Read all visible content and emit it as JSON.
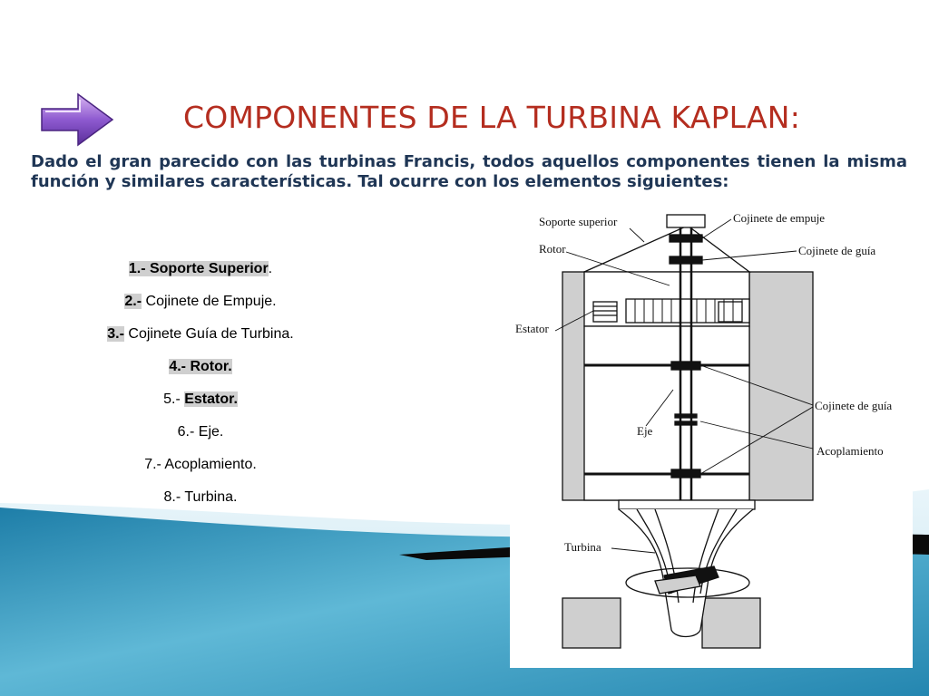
{
  "slide": {
    "title": "COMPONENTES DE LA TURBINA KAPLAN:",
    "intro": "Dado el gran parecido con las turbinas Francis, todos aquellos componentes tienen la misma función y similares características. Tal ocurre con los elementos siguientes:"
  },
  "components": [
    {
      "number": "1.-",
      "name": "Soporte Superior",
      "suffix": "."
    },
    {
      "number": "2.-",
      "name": "Cojinete de Empuje.",
      "suffix": ""
    },
    {
      "number": "3.-",
      "name": "Cojinete Guía de Turbina.",
      "suffix": ""
    },
    {
      "number": "4.-",
      "name": "Rotor.",
      "suffix": ""
    },
    {
      "number": "5.-",
      "name": "Estator.",
      "suffix": ""
    },
    {
      "number": "6.-",
      "name": "Eje.",
      "suffix": ""
    },
    {
      "number": "7.-",
      "name": "Acoplamiento.",
      "suffix": ""
    },
    {
      "number": "8.-",
      "name": "Turbina.",
      "suffix": ""
    }
  ],
  "diagram_labels": {
    "soporte": "Soporte superior",
    "rotor": "Rotor",
    "estator": "Estator",
    "eje": "Eje",
    "turbina": "Turbina",
    "cojinete_empuje": "Cojinete de empuje",
    "cojinete_guia_top": "Cojinete de guía",
    "cojinete_guia_mid": "Cojinete de guía",
    "acoplamiento": "Acoplamiento"
  },
  "colors": {
    "title": "#b42d1f",
    "intro": "#1f3655",
    "highlight": "#cfcfcf",
    "wave_light": "#7ec8e3",
    "wave_dark": "#1a6f95"
  }
}
